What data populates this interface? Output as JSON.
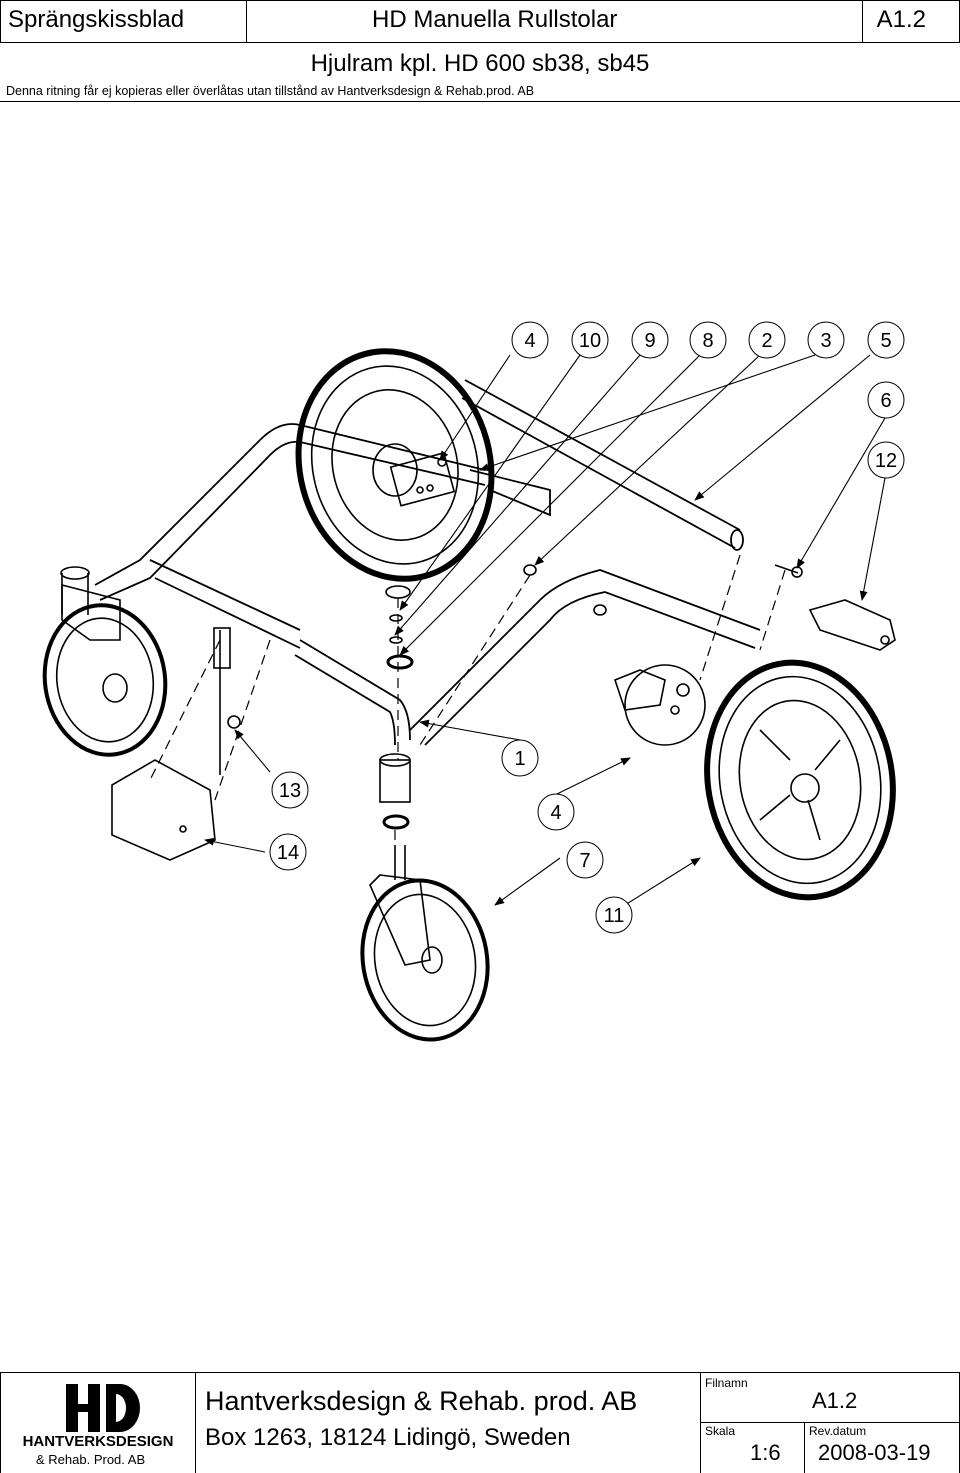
{
  "header": {
    "doc_type": "Sprängskissblad",
    "product": "HD Manuella Rullstolar",
    "sheet": "A1.2",
    "title": "Hjulram kpl. HD 600 sb38, sb45",
    "notice": "Denna ritning får ej kopieras eller överlåtas utan tillstånd av Hantverksdesign & Rehab.prod. AB"
  },
  "callouts": {
    "c4a": "4",
    "c10": "10",
    "c9": "9",
    "c8": "8",
    "c2": "2",
    "c3": "3",
    "c5": "5",
    "c6": "6",
    "c12": "12",
    "c1": "1",
    "c13": "13",
    "c4b": "4",
    "c14": "14",
    "c7": "7",
    "c11": "11"
  },
  "footer": {
    "logo_initials": "HD",
    "logo_name": "HANTVERKSDESIGN",
    "logo_sub": "& Rehab. Prod. AB",
    "company": "Hantverksdesign & Rehab. prod. AB",
    "address": "Box 1263, 18124 Lidingö, Sweden",
    "filnamn_label": "Filnamn",
    "filnamn_value": "A1.2",
    "skala_label": "Skala",
    "skala_value": "1:6",
    "revdatum_label": "Rev.datum",
    "revdatum_value": "2008-03-19"
  }
}
